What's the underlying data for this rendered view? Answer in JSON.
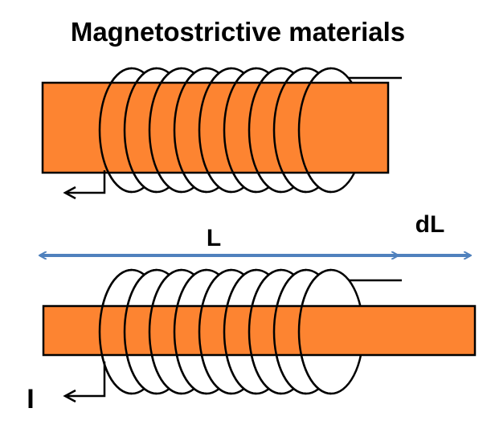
{
  "title": "Magnetostrictive materials",
  "labels": {
    "length": "L",
    "length_change": "dL",
    "current": "I"
  },
  "colors": {
    "rod": "#FD8431",
    "outline": "#000000",
    "dimension_arrow": "#4F81BD",
    "background": "#FFFFFF"
  },
  "coil_turns": 9
}
